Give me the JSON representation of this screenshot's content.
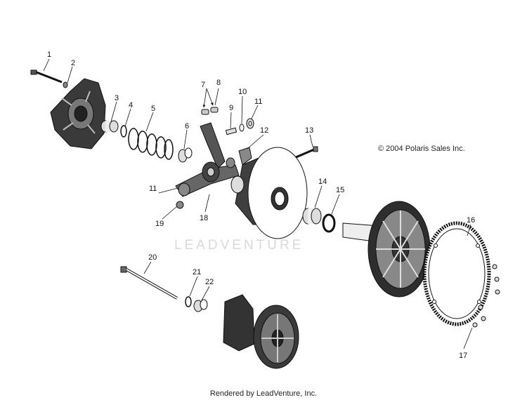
{
  "diagram": {
    "callouts": [
      "1",
      "2",
      "3",
      "4",
      "5",
      "6",
      "7",
      "8",
      "9",
      "10",
      "11",
      "12",
      "13",
      "14",
      "15",
      "16",
      "17",
      "18",
      "19",
      "20",
      "21",
      "22"
    ],
    "copyright": "© 2004 Polaris Sales Inc.",
    "watermark": "LEADVENTURE",
    "footer": "Rendered by LeadVenture, Inc."
  },
  "colors": {
    "ink": "#111111",
    "watermark": "#d9d9d9"
  }
}
